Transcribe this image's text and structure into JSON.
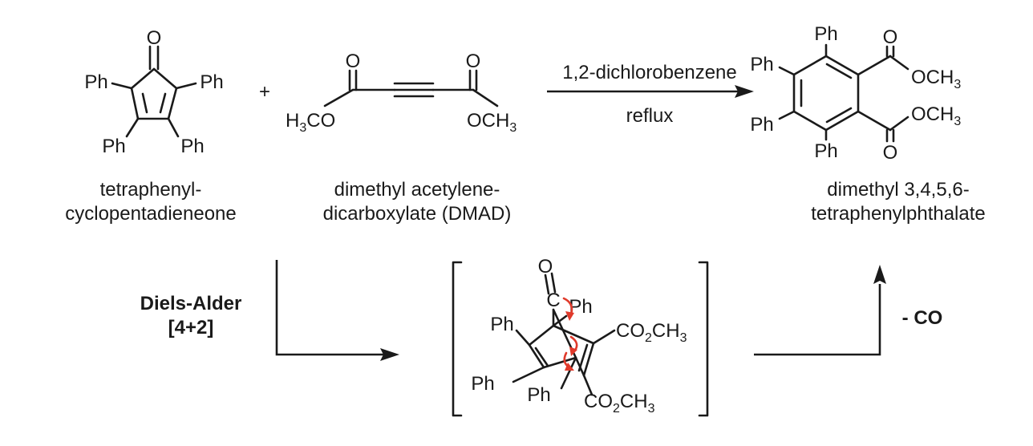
{
  "atoms": {
    "ph": "Ph",
    "o": "O",
    "c": "C",
    "h3co": "H3CO",
    "och3": "OCH3",
    "co2ch3": "CO2CH3",
    "plus": "+"
  },
  "reaction": {
    "reagent": "1,2-dichlorobenzene",
    "condition": "reflux"
  },
  "compounds": {
    "diene": {
      "line1": "tetraphenyl-",
      "line2": "cyclopentadieneone"
    },
    "dienophile": {
      "line1": "dimethyl acetylene-",
      "line2": "dicarboxylate (DMAD)"
    },
    "product": {
      "line1": "dimethyl 3,4,5,6-",
      "line2": "tetraphenylphthalate"
    }
  },
  "mechanism": {
    "step1_line1": "Diels-Alder",
    "step1_line2": "[4+2]",
    "step2": "- CO"
  },
  "colors": {
    "ink": "#1a1a1a",
    "electron_arrows": "#e03a2b"
  }
}
